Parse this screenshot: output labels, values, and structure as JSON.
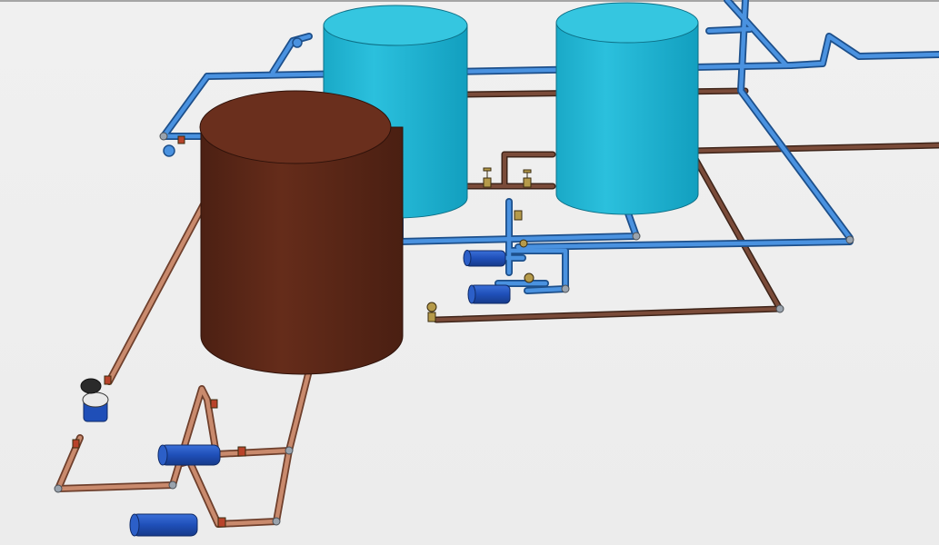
{
  "scene": {
    "type": "3d-piping-model",
    "colors": {
      "background": "#efefef",
      "blue_pipe": "#3d87d6",
      "blue_pipe_edge": "#1d4f8a",
      "copper_pipe": "#c9876a",
      "copper_pipe_edge": "#6e3f2c",
      "dark_copper_pipe": "#6e4536",
      "cyan_tank": "#1fb4d3",
      "cyan_tank_top": "#2fc3dc",
      "brown_tank": "#5a2718",
      "brown_tank_top": "#6b3020",
      "pump_blue": "#1f4fb8",
      "valve_brass": "#b59a4a",
      "valve_red": "#b8432a"
    },
    "tanks": [
      {
        "id": "cyan-tank-left",
        "color": "cyan"
      },
      {
        "id": "cyan-tank-right",
        "color": "cyan"
      },
      {
        "id": "brown-tank",
        "color": "brown"
      }
    ],
    "pumps": [
      {
        "id": "pump-upper-1",
        "color": "blue"
      },
      {
        "id": "pump-upper-2",
        "color": "blue"
      },
      {
        "id": "pump-lower-1",
        "color": "blue"
      },
      {
        "id": "pump-lower-2",
        "color": "blue"
      }
    ],
    "icons": [
      "valve-icon",
      "pressure-gauge-icon",
      "expansion-vessel-icon"
    ]
  }
}
